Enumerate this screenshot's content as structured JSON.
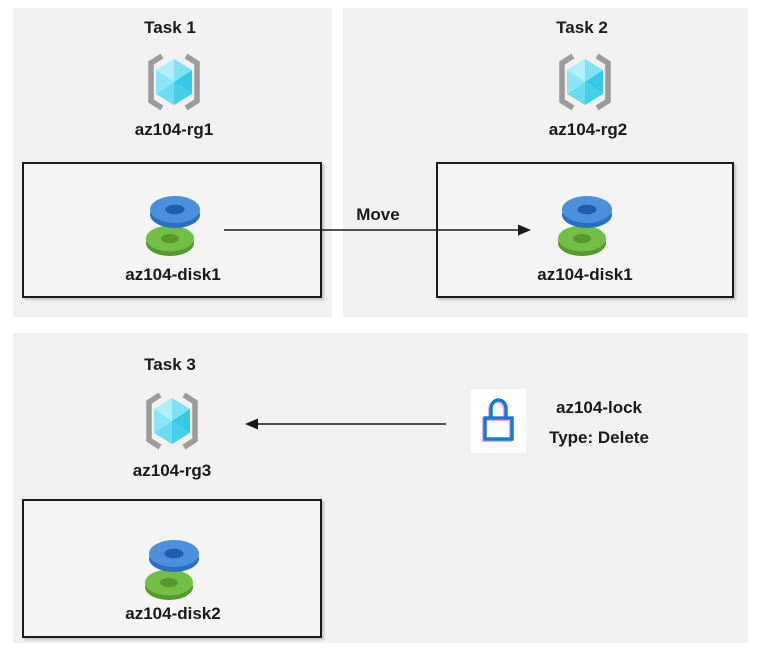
{
  "tasks": [
    {
      "title": "Task 1",
      "resource_group": "az104-rg1",
      "disk": "az104-disk1"
    },
    {
      "title": "Task 2",
      "resource_group": "az104-rg2",
      "disk": "az104-disk1"
    },
    {
      "title": "Task 3",
      "resource_group": "az104-rg3",
      "disk": "az104-disk2"
    }
  ],
  "move_arrow": {
    "label": "Move"
  },
  "lock": {
    "name": "az104-lock",
    "type": "Type: Delete"
  },
  "icons": {
    "resource_group": "azure-resource-group-icon",
    "disk": "azure-disk-icon",
    "lock": "resource-lock-icon"
  },
  "colors": {
    "panel_background": "#F1F1F2",
    "box_border": "#1A1A1A",
    "arrow": "#1A1A1A",
    "text": "#1A1A1A",
    "bracket_gray": "#9B9B9B",
    "cube_cyan_light": "#AEEFF9",
    "cube_cyan_dark": "#33C9E7",
    "disk_blue_top": "#4A90DC",
    "disk_blue_rim": "#2B6FC2",
    "disk_green_top": "#73BF45",
    "disk_green_rim": "#549A2B",
    "lock_blue": "#0B7BD7",
    "lock_pink_shadow": "#F0A9D6"
  }
}
